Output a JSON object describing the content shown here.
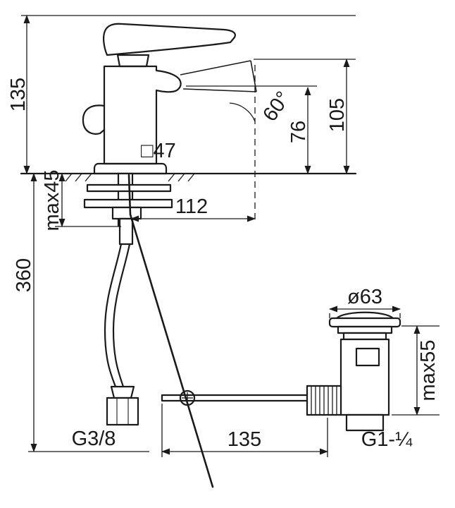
{
  "drawing": {
    "colors": {
      "line": "#1a1a1a",
      "background": "#ffffff"
    },
    "labels": {
      "height": "135",
      "spray_height": "105",
      "aerator_height": "76",
      "spray_angle": "60°",
      "base_square": "□47",
      "clamp_max": "max45",
      "reach": "112",
      "hose_length": "360",
      "supply_thread": "G3/8",
      "drain_distance": "135",
      "drain_diameter": "ø63",
      "drain_height_max": "max55",
      "drain_thread": "G1-¼"
    }
  }
}
